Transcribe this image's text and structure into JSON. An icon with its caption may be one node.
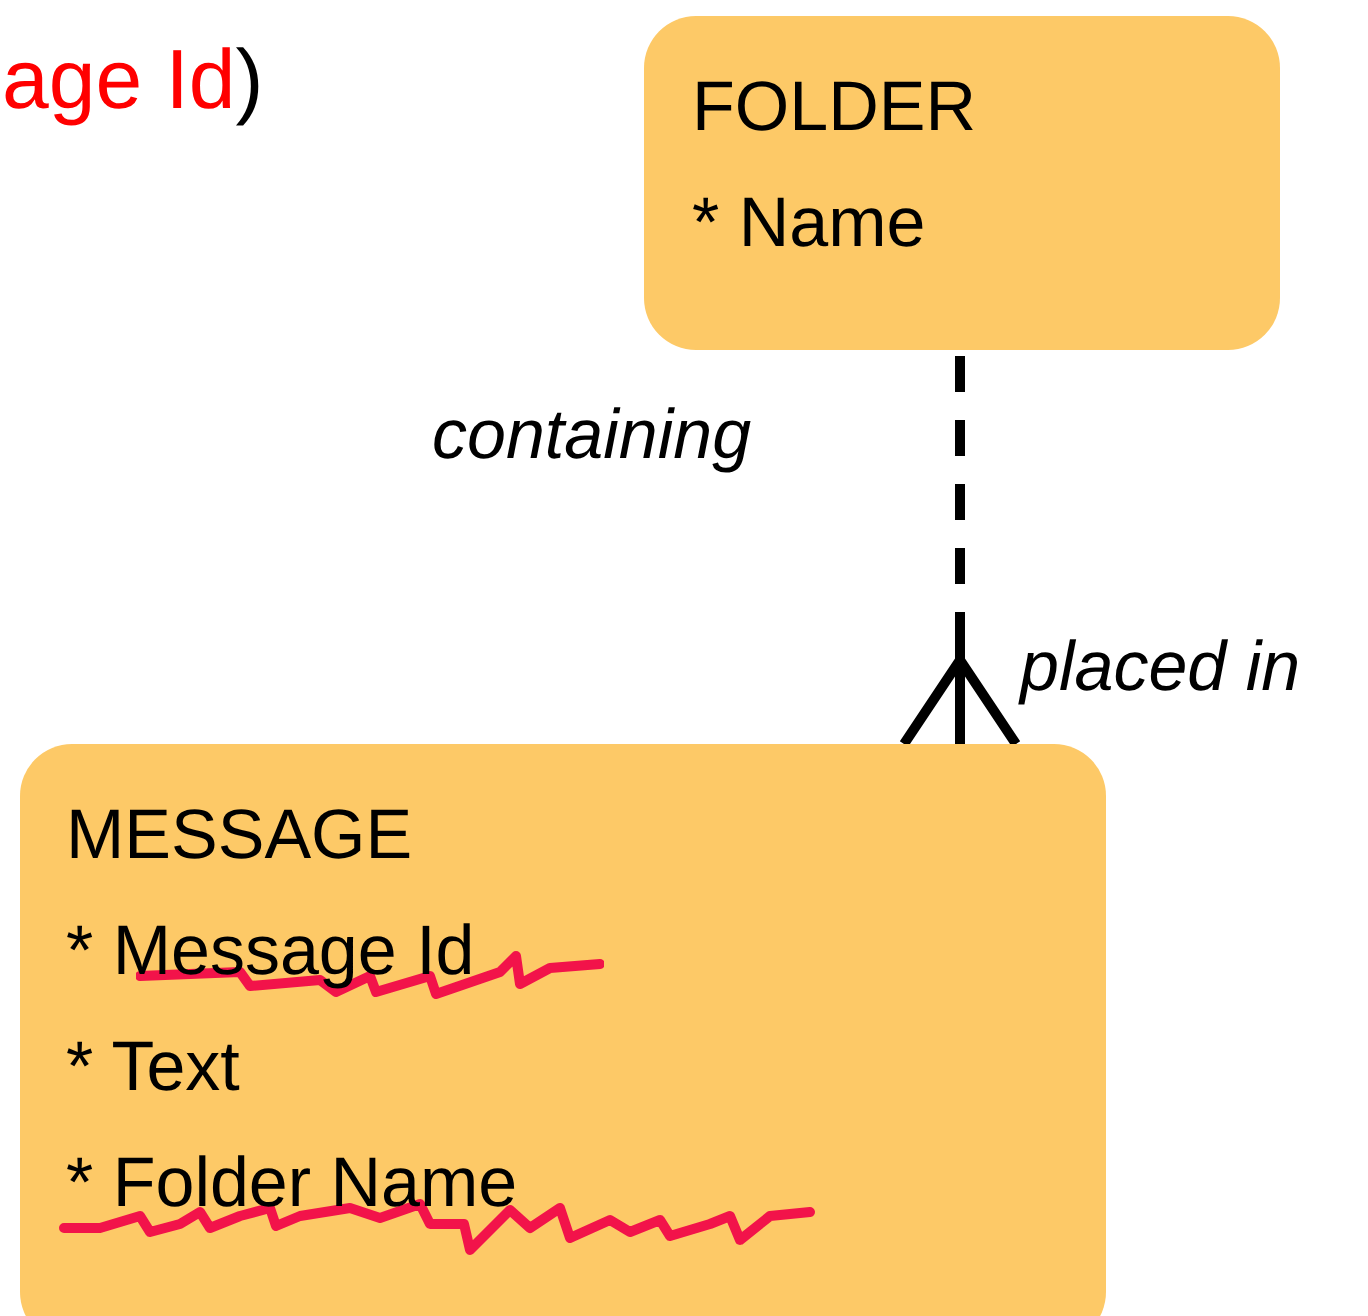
{
  "diagram": {
    "nodes": [
      {
        "text": [
          "FOLDER",
          "* Name"
        ]
      },
      {
        "text": [
          "MESSAGE",
          "* Message Id",
          "* Text",
          "* Folder Name"
        ]
      }
    ],
    "edges": [
      {
        "from": 0,
        "to": 1,
        "arrow": "other",
        "style": "dashed",
        "label": "containing"
      }
    ],
    "labels": [
      "age Id",
      ")",
      "placed in"
    ]
  }
}
